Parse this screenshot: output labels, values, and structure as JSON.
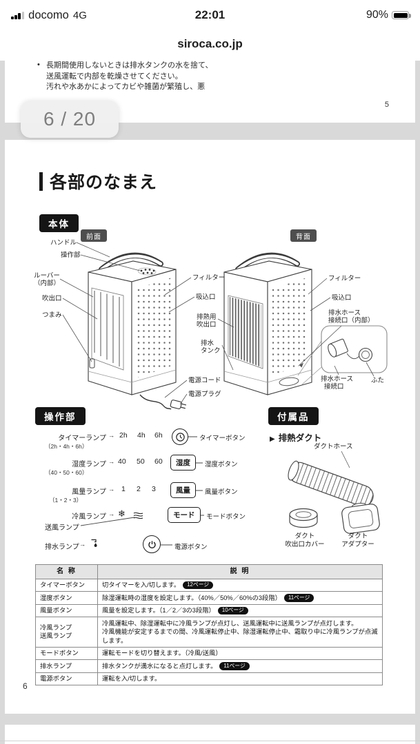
{
  "status_bar": {
    "carrier": "docomo",
    "network": "4G",
    "time": "22:01",
    "battery": "90%"
  },
  "browser": {
    "site_title": "siroca.co.jp"
  },
  "page_indicator": "6 / 20",
  "page5": {
    "bullet": "•",
    "line1": "長期間使用しないときは排水タンクの水を捨て、",
    "line2": "送風運転で内部を乾燥させてください。",
    "line3": "汚れや水あかによってカビや雑菌が繁殖し、悪",
    "page_number": "5"
  },
  "page6": {
    "title": "各部のなまえ",
    "page_number": "6",
    "body": {
      "badge": "本体",
      "front_badge": "前面",
      "back_badge": "背面",
      "labels": {
        "handle": "ハンドル",
        "control_panel": "操作部",
        "louver_1": "ルーバー",
        "louver_2": "（内部）",
        "outlet": "吹出口",
        "knob": "つまみ",
        "filter_front": "フィルター",
        "intake_front": "吸込口",
        "exhaust_1": "排熱用",
        "exhaust_2": "吹出口",
        "tank_1": "排水",
        "tank_2": "タンク",
        "cord": "電源コード",
        "plug": "電源プラグ",
        "filter_back": "フィルター",
        "intake_back": "吸込口",
        "hose_inner_1": "排水ホース",
        "hose_inner_2": "接続口（内部）",
        "hose_1": "排水ホース",
        "hose_2": "接続口",
        "lid": "ふた"
      }
    },
    "controls": {
      "badge": "操作部",
      "arrow": "→",
      "timer": {
        "lamp": "タイマーランプ",
        "sub": "（2h・4h・6h）",
        "v1": "2h",
        "v2": "4h",
        "v3": "6h",
        "button_label": "タイマーボタン"
      },
      "humidity": {
        "lamp": "湿度ランプ",
        "sub": "（40・50・60）",
        "v1": "40",
        "v2": "50",
        "v3": "60",
        "button": "湿度",
        "button_label": "湿度ボタン"
      },
      "airflow": {
        "lamp": "風量ランプ",
        "sub": "（1・2・3）",
        "v1": "1",
        "v2": "2",
        "v3": "3",
        "button": "風量",
        "button_label": "風量ボタン"
      },
      "mode": {
        "lamp_cool": "冷風ランプ",
        "lamp_fan": "送風ランプ",
        "cool_icon": "❄",
        "button": "モード",
        "button_label": "モードボタン"
      },
      "power": {
        "lamp": "排水ランプ",
        "button_label": "電源ボタン"
      }
    },
    "accessories": {
      "badge": "付属品",
      "heading_marker": "▶",
      "heading": "排熱ダクト",
      "hose": "ダクトホース",
      "cover_1": "ダクト",
      "cover_2": "吹出口カバー",
      "adapter_1": "ダクト",
      "adapter_2": "アダプター"
    },
    "table": {
      "header_name": "名 称",
      "header_desc": "説 明",
      "rows": [
        {
          "name": "タイマーボタン",
          "desc": "切タイマーを入/切します。",
          "badge": "12ページ"
        },
        {
          "name": "湿度ボタン",
          "desc": "除湿運転時の湿度を設定します。（40%／50%／60%の3段階）",
          "badge": "11ページ"
        },
        {
          "name": "風量ボタン",
          "desc": "風量を設定します。（1／2／3の3段階）",
          "badge": "10ページ"
        },
        {
          "name": "冷風ランプ",
          "name2": "送風ランプ",
          "desc": "冷風運転中、除湿運転中に冷風ランプが点灯し、送風運転中に送風ランプが点灯します。",
          "desc2": "冷風機能が安定するまでの間、冷風運転停止中、除湿運転停止中、霜取り中に冷風ランプが点滅します。"
        },
        {
          "name": "モードボタン",
          "desc": "運転モードを切り替えます。（冷風/送風）"
        },
        {
          "name": "排水ランプ",
          "desc": "排水タンクが満水になると点灯します。",
          "badge": "11ページ"
        },
        {
          "name": "電源ボタン",
          "desc": "運転を入/切します。"
        }
      ]
    }
  }
}
